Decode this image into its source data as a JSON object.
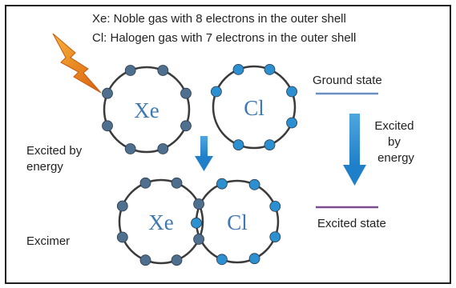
{
  "header": {
    "line1": "Xe: Noble gas with 8 electrons in the outer shell",
    "line2": "Cl: Halogen gas with 7 electrons in the outer shell"
  },
  "atoms": {
    "xe": {
      "symbol": "Xe",
      "outer_electrons": 8
    },
    "cl": {
      "symbol": "Cl",
      "outer_electrons": 7
    }
  },
  "labels": {
    "excited_by_energy_left": [
      "Excited by",
      "energy"
    ],
    "excimer": "Excimer",
    "ground_state": "Ground state",
    "excited_state": "Excited state",
    "excited_by_energy_right": [
      "Excited",
      "by",
      "energy"
    ]
  },
  "colors": {
    "frame": "#1f1f1f",
    "xe_electron": "#4f6f8f",
    "cl_electron": "#2b8fd0",
    "atom_text": "#3d78b4",
    "arrow_blue": "#1f86cf",
    "ground_line": "#6b8fc0",
    "excited_line": "#7a4d8f",
    "lightning_dark": "#e06a10",
    "lightning_light": "#f4a22c"
  }
}
